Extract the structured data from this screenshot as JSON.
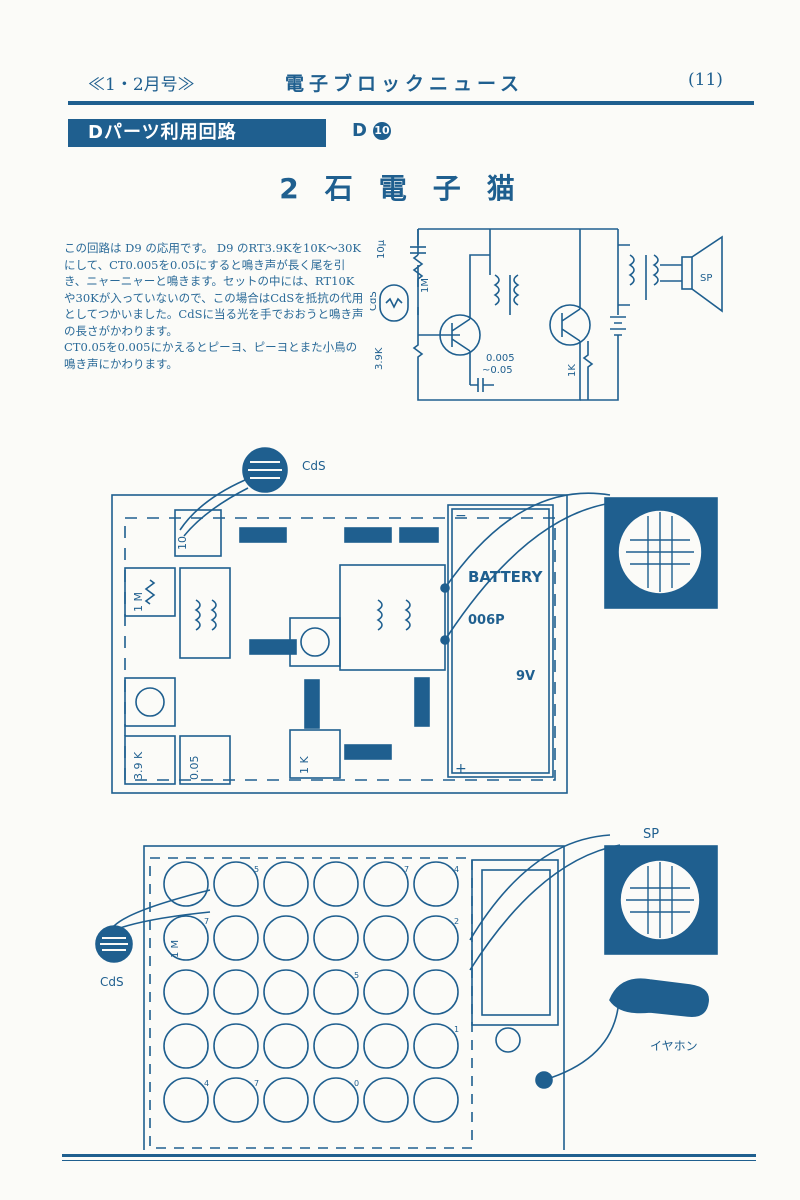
{
  "header": {
    "issue": "≪1・2月号≫",
    "title": "電子ブロックニュース",
    "page": "(11)"
  },
  "section": {
    "banner": "Dパーツ利用回路",
    "circuit_id": "D",
    "circuit_num": "10"
  },
  "main_title": "2石電子猫",
  "description": [
    "この回路は D9 の応用です。 D9 のRT3.9Kを10K〜30Kにして、CT0.005を0.05にすると鳴き声が長く尾を引き、ニャーニャーと鳴きます。セットの中には、RT10Kや30Kが入っていないので、この場合はCdSを抵抗の代用としてつかいました。CdSに当る光を手でおおうと鳴き声の長さがかわります。",
    "CT0.05を0.005にかえるとピーヨ、ピーヨとまた小鳥の鳴き声にかわります。"
  ],
  "schematic": {
    "cap": "10μ",
    "res1": "1M",
    "cds": "CdS",
    "res2": "3.9K",
    "ct": "0.005",
    "ct2": "~0.05",
    "res3": "1K",
    "sp": "SP"
  },
  "wiring1": {
    "cds": "CdS",
    "battery": "BATTERY",
    "battery_model": "006P",
    "voltage": "9V",
    "minus": "−",
    "plus": "+",
    "blocks": {
      "cap": "10",
      "res1m": "1 M",
      "res39k": "3.9 K",
      "cap005": "0.05",
      "res1k": "1 K"
    }
  },
  "wiring2": {
    "sp": "SP",
    "cds": "CdS",
    "earphone": "イヤホン",
    "label_1m": "1 M",
    "nums": [
      "5",
      "7",
      "4",
      "7",
      "2",
      "5",
      "1",
      "4",
      "7",
      "0"
    ]
  }
}
